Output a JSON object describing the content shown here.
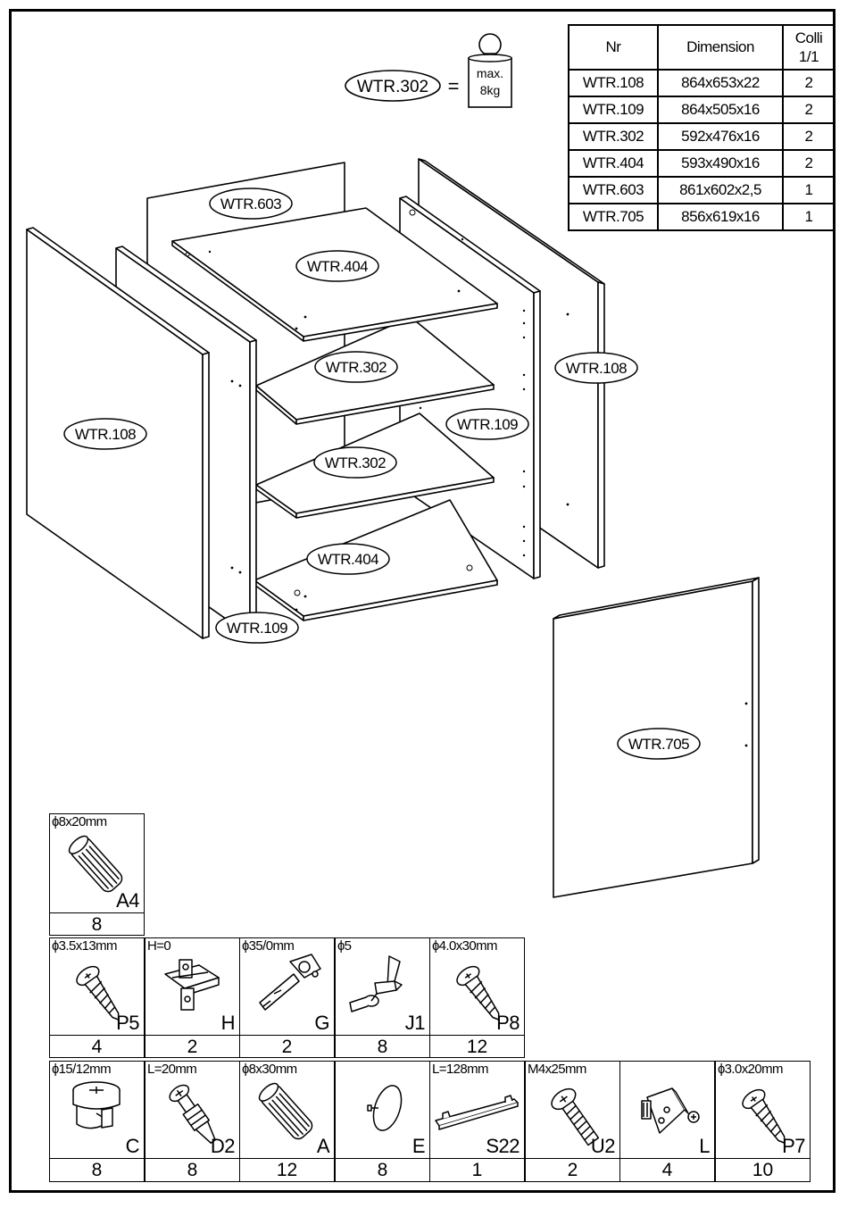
{
  "weight_note": {
    "part": "WTR.302",
    "equals": "=",
    "max_label": "max.",
    "max_value": "8kg"
  },
  "parts_table": {
    "headers": [
      "Nr",
      "Dimension",
      "Colli 1/1"
    ],
    "header_colli_line1": "Colli",
    "header_colli_line2": "1/1",
    "rows": [
      {
        "nr": "WTR.108",
        "dimension": "864x653x22",
        "colli": "2"
      },
      {
        "nr": "WTR.109",
        "dimension": "864x505x16",
        "colli": "2"
      },
      {
        "nr": "WTR.302",
        "dimension": "592x476x16",
        "colli": "2"
      },
      {
        "nr": "WTR.404",
        "dimension": "593x490x16",
        "colli": "2"
      },
      {
        "nr": "WTR.603",
        "dimension": "861x602x2,5",
        "colli": "1"
      },
      {
        "nr": "WTR.705",
        "dimension": "856x619x16",
        "colli": "1"
      }
    ]
  },
  "drawing_labels": {
    "back_panel": "WTR.603",
    "top_shelf": "WTR.404",
    "shelf_upper": "WTR.302",
    "shelf_lower": "WTR.302",
    "bottom_shelf": "WTR.404",
    "left_side": "WTR.108",
    "right_side": "WTR.108",
    "right_inner": "WTR.109",
    "left_inner": "WTR.109",
    "door": "WTR.705"
  },
  "hardware": {
    "row1": [
      {
        "spec": "ɸ8x20mm",
        "code": "A4",
        "qty": "8",
        "icon": "dowel-icon"
      }
    ],
    "row2": [
      {
        "spec": "ɸ3.5x13mm",
        "code": "P5",
        "qty": "4",
        "icon": "screw-icon"
      },
      {
        "spec": "H=0",
        "code": "H",
        "qty": "2",
        "icon": "hinge-plate-icon"
      },
      {
        "spec": "ɸ35/0mm",
        "code": "G",
        "qty": "2",
        "icon": "hinge-icon"
      },
      {
        "spec": "ɸ5",
        "code": "J1",
        "qty": "8",
        "icon": "shelf-pin-icon"
      },
      {
        "spec": "ɸ4.0x30mm",
        "code": "P8",
        "qty": "12",
        "icon": "screw-icon"
      }
    ],
    "row3": [
      {
        "spec": "ɸ15/12mm",
        "code": "C",
        "qty": "8",
        "icon": "cam-lock-icon"
      },
      {
        "spec": "L=20mm",
        "code": "D2",
        "qty": "8",
        "icon": "cam-bolt-icon"
      },
      {
        "spec": "ɸ8x30mm",
        "code": "A",
        "qty": "12",
        "icon": "dowel-icon"
      },
      {
        "spec": "",
        "code": "E",
        "qty": "8",
        "icon": "bumper-icon"
      },
      {
        "spec": "L=128mm",
        "code": "S22",
        "qty": "1",
        "icon": "handle-icon"
      },
      {
        "spec": "M4x25mm",
        "code": "U2",
        "qty": "2",
        "icon": "machine-screw-icon"
      },
      {
        "spec": "",
        "code": "L",
        "qty": "4",
        "icon": "corner-bracket-icon"
      },
      {
        "spec": "ɸ3.0x20mm",
        "code": "P7",
        "qty": "10",
        "icon": "screw-icon"
      }
    ]
  }
}
